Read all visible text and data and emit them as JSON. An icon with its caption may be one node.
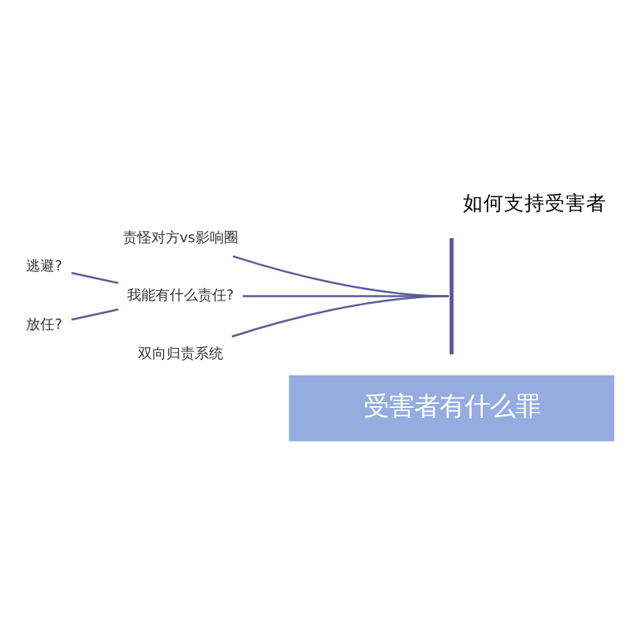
{
  "diagram": {
    "title": "如何支持受害者",
    "nodes": [
      {
        "text": [
          "受害者有什么罪"
        ]
      },
      {
        "text": [
          "责怪对方vs影响圈"
        ]
      },
      {
        "text": [
          "我能有什么责任?"
        ]
      },
      {
        "text": [
          "双向归责系统"
        ]
      },
      {
        "text": [
          "逃避?"
        ]
      },
      {
        "text": [
          "放任?"
        ]
      },
      {
        "text": [],
        "shape": "bar"
      }
    ],
    "edges": [
      {
        "from": 6,
        "to": 1,
        "arrow": "none"
      },
      {
        "from": 6,
        "to": 2,
        "arrow": "none"
      },
      {
        "from": 6,
        "to": 3,
        "arrow": "none"
      },
      {
        "from": 2,
        "to": 4,
        "arrow": "none"
      },
      {
        "from": 2,
        "to": 5,
        "arrow": "none"
      }
    ]
  }
}
